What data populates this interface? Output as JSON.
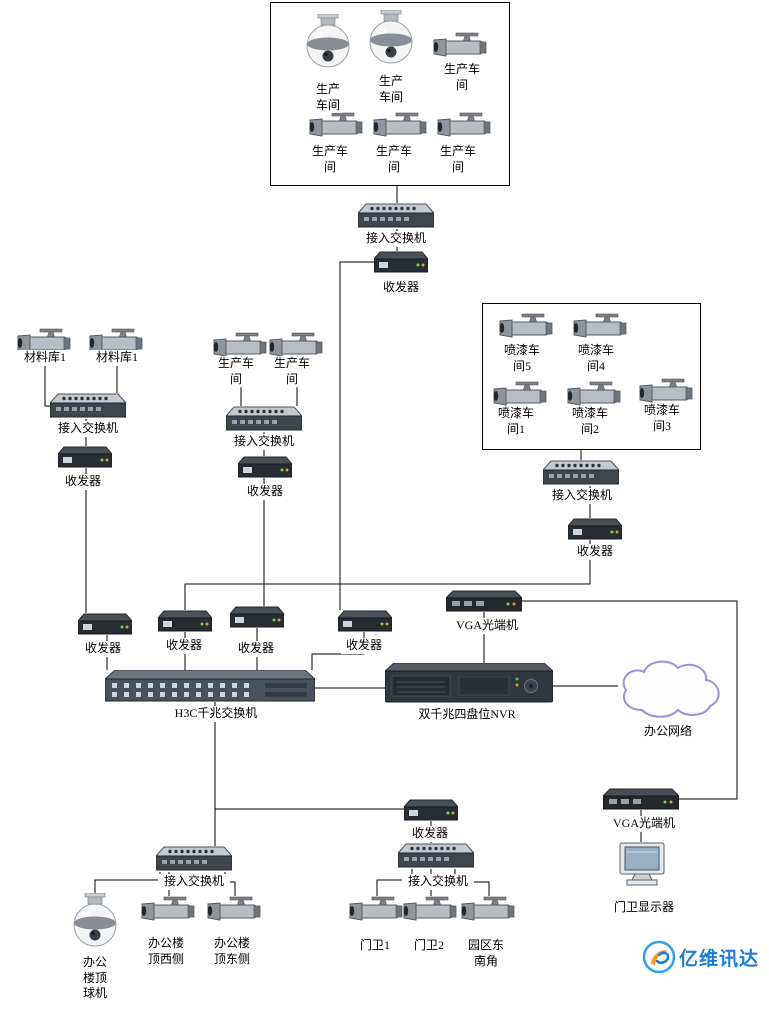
{
  "diagram": {
    "production_box_top": {
      "camera_labels": [
        "生产车间",
        "生产车间",
        "生产车间",
        "生产车间",
        "生产车间",
        "生产车间"
      ],
      "switch": "接入交换机",
      "transceiver": "收发器"
    },
    "material_group": {
      "camera_labels": [
        "材料库1",
        "材料库1"
      ],
      "switch": "接入交换机",
      "transceiver": "收发器"
    },
    "production_group_mid": {
      "camera_labels": [
        "生产车间",
        "生产车间"
      ],
      "switch": "接入交换机",
      "transceiver": "收发器"
    },
    "paint_box": {
      "camera_labels": [
        "喷漆车间5",
        "喷漆车间4",
        "喷漆车间1",
        "喷漆车间2",
        "喷漆车间3"
      ],
      "switch": "接入交换机",
      "transceiver": "收发器"
    },
    "core": {
      "transceivers": [
        "收发器",
        "收发器",
        "收发器",
        "收发器"
      ],
      "vga_terminal": "VGA光端机",
      "switch": "H3C千兆交换机",
      "nvr": "双千兆四盘位NVR",
      "cloud": "办公网络"
    },
    "office_group": {
      "switch": "接入交换机",
      "camera_labels": [
        "办公楼顶球机",
        "办公楼顶西侧",
        "办公楼顶东侧"
      ]
    },
    "gate_group": {
      "transceiver": "收发器",
      "switch": "接入交换机",
      "camera_labels": [
        "门卫1",
        "门卫2",
        "园区东南角"
      ]
    },
    "display_chain": {
      "vga_terminal": "VGA光端机",
      "monitor": "门卫显示器"
    },
    "watermark": "亿维讯达",
    "colors": {
      "wire": "#000000",
      "box_border": "#000000",
      "cloud_outline": "#9b8fe0",
      "watermark_blue": "#1c7cd5",
      "watermark_orange": "#f59a23"
    }
  }
}
